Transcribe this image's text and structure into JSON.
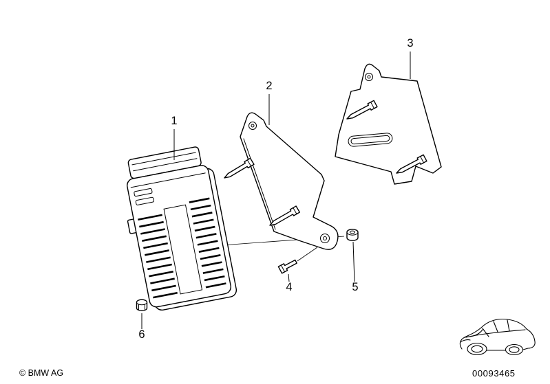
{
  "footer": {
    "copyright": "© BMW AG",
    "drawing_number": "00093465"
  },
  "callouts": [
    {
      "label": "1"
    },
    {
      "label": "2"
    },
    {
      "label": "3"
    },
    {
      "label": "4"
    },
    {
      "label": "5"
    },
    {
      "label": "6"
    }
  ],
  "colors": {
    "background": "#ffffff",
    "line": "#000000"
  }
}
